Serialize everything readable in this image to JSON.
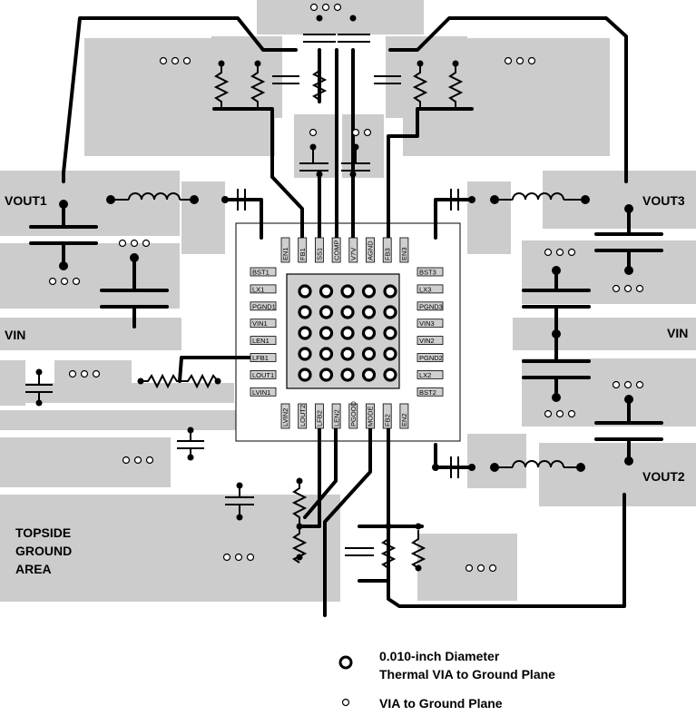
{
  "labels": {
    "vout1": "VOUT1",
    "vout2": "VOUT2",
    "vout3": "VOUT3",
    "vin_left": "VIN",
    "vin_right": "VIN",
    "ground_line1": "TOPSIDE",
    "ground_line2": "GROUND",
    "ground_line3": "AREA"
  },
  "pins": {
    "top": [
      "EN1",
      "FB1",
      "SS1",
      "COMP",
      "V7V",
      "AGND",
      "FB3",
      "EN3"
    ],
    "left": [
      "BST1",
      "LX1",
      "PGND1",
      "VIN1",
      "LEN1",
      "LFB1",
      "LOUT1",
      "LVIN1"
    ],
    "right": [
      "BST3",
      "LX3",
      "PGND3",
      "VIN3",
      "VIN2",
      "PGND2",
      "LX2",
      "BST2"
    ],
    "bottom": [
      "LVIN2",
      "LOUT2",
      "LFB2",
      "LEN2",
      "PGOOD",
      "MODE",
      "FB2",
      "EN2"
    ]
  },
  "legend": {
    "thermal_line1": "0.010-inch Diameter",
    "thermal_line2": "Thermal VIA to Ground Plane",
    "via": "VIA to Ground Plane"
  },
  "colors": {
    "plane": "#cccccc",
    "trace": "#000000",
    "pad": "#cfcfcf"
  }
}
